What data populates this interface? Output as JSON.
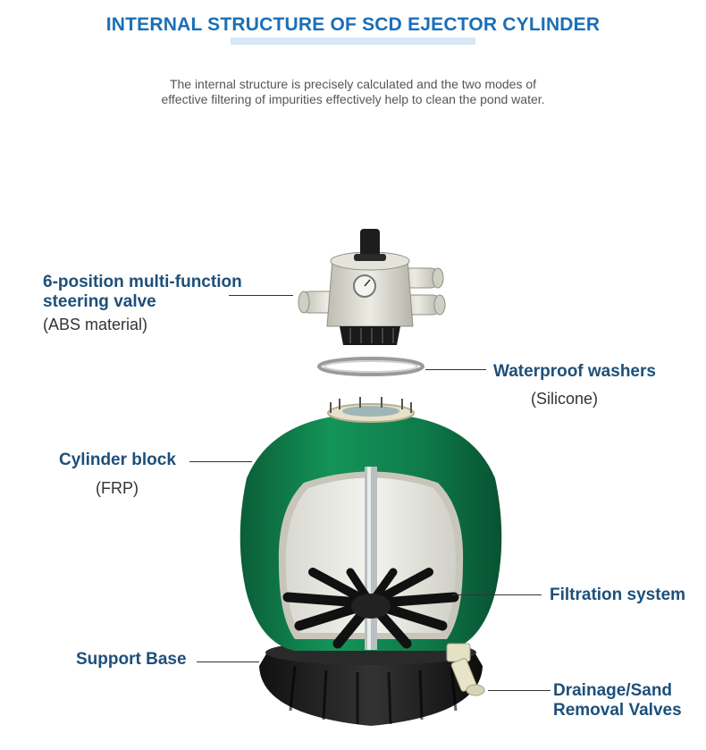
{
  "header": {
    "title": "INTERNAL STRUCTURE OF SCD EJECTOR CYLINDER",
    "subtitle": "The internal structure is precisely calculated and the two modes of effective filtering of impurities effectively help to clean the pond water."
  },
  "labels": {
    "valve": {
      "title_line1": "6-position multi-function",
      "title_line2": "steering valve",
      "material": "(ABS material)"
    },
    "washers": {
      "title": "Waterproof washers",
      "material": "(Silicone)"
    },
    "cylinder": {
      "title": "Cylinder block",
      "material": "(FRP)"
    },
    "filtration": {
      "title": "Filtration system"
    },
    "base": {
      "title": "Support Base"
    },
    "drain": {
      "title_line1": "Drainage/Sand",
      "title_line2": "Removal Valves"
    }
  },
  "colors": {
    "title": "#1a6fb8",
    "label": "#1d4f7a",
    "tank_green": "#0f7a4a",
    "base_black": "#1b1b1b",
    "valve_body": "#d9d9cf"
  }
}
